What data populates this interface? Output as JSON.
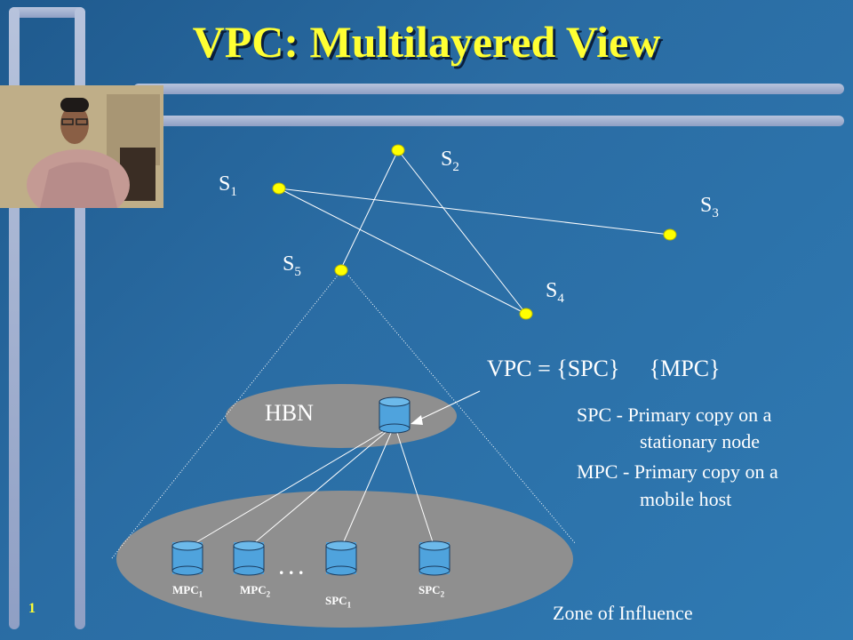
{
  "title": "VPC: Multilayered View",
  "slide_number": "1",
  "nodes": {
    "s1": "S",
    "s1_sub": "1",
    "s2": "S",
    "s2_sub": "2",
    "s3": "S",
    "s3_sub": "3",
    "s4": "S",
    "s4_sub": "4",
    "s5": "S",
    "s5_sub": "5"
  },
  "equation": "VPC = {SPC}  {MPC}",
  "hbn_label": "HBN",
  "definitions": {
    "spc_line1": "SPC - Primary copy on a",
    "spc_line2": "stationary node",
    "mpc_line1": "MPC - Primary copy on a",
    "mpc_line2": "mobile host"
  },
  "ellipsis": ". . .",
  "copies": {
    "mpc1": "MPC",
    "mpc1_sub": "1",
    "mpc2": "MPC",
    "mpc2_sub": "2",
    "spc1": "SPC",
    "spc1_sub": "1",
    "spc2": "SPC",
    "spc2_sub": "2"
  },
  "zone_label": "Zone of Influence",
  "colors": {
    "title": "#ffff33",
    "node": "#ffff00",
    "cylinder": "#4fa3dd",
    "ellipse": "#8f8f8f"
  }
}
